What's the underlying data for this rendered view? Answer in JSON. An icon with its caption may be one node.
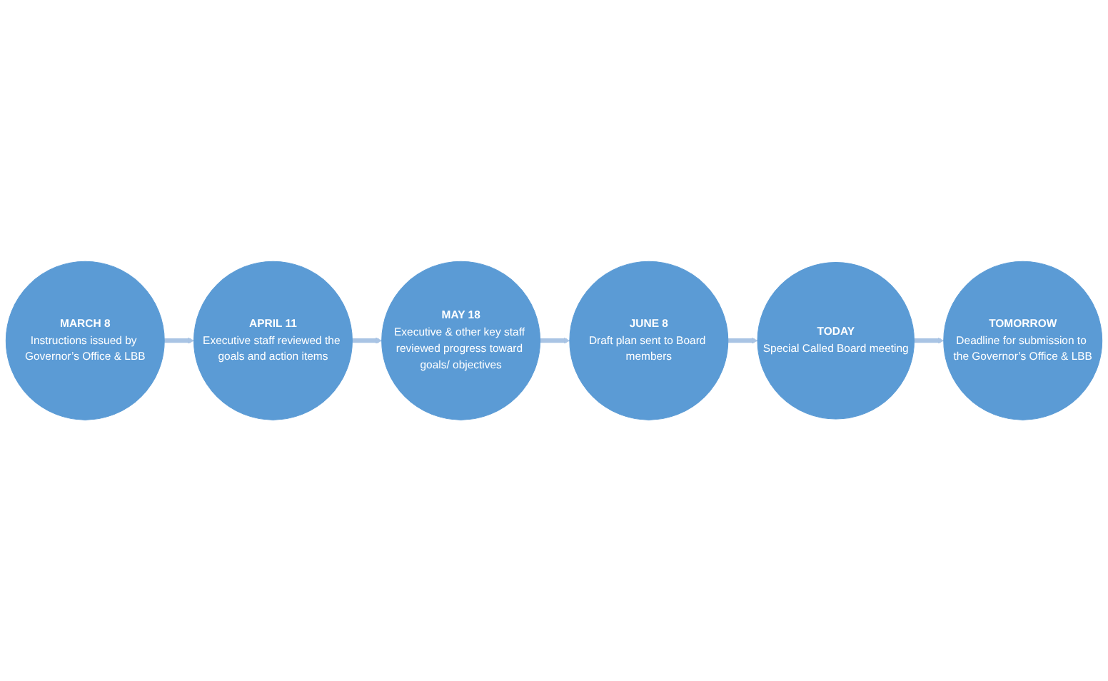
{
  "diagram": {
    "nodes": [
      {
        "text": [
          "TOMORROW",
          "Deadline for submission to the Governor’s Office & LBB"
        ]
      },
      {
        "text": [
          "MARCH 8",
          "Instructions issued by Governor’s Office & LBB"
        ]
      },
      {
        "text": [
          "APRIL 11",
          "Executive staff reviewed the goals and action items"
        ]
      },
      {
        "text": [
          "TODAY",
          "Special Called Board meeting"
        ]
      },
      {
        "text": [
          "JUNE 8",
          "Draft plan sent to Board members"
        ]
      },
      {
        "text": [
          "MAY 18",
          "Executive & other key staff reviewed progress toward goals/ objectives"
        ]
      }
    ],
    "edges": [
      {
        "from": 1,
        "to": 2,
        "arrow": "to"
      },
      {
        "from": 2,
        "to": 5,
        "arrow": "to"
      },
      {
        "from": 5,
        "to": 4,
        "arrow": "to"
      },
      {
        "from": 4,
        "to": 3,
        "arrow": "to"
      },
      {
        "from": 3,
        "to": 0,
        "arrow": "to"
      }
    ]
  }
}
